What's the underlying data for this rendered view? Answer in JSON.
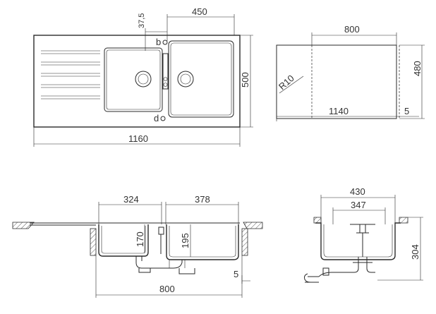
{
  "colors": {
    "line": "#2a2a2a",
    "text": "#333333",
    "background": "#ffffff"
  },
  "top_view": {
    "dim_basin_width": "450",
    "dim_offset": "37,5",
    "dim_height": "500",
    "dim_total_width": "1160",
    "marker_b": "b",
    "marker_d": "d"
  },
  "cutout_view": {
    "dim_width": "800",
    "dim_total": "1140",
    "dim_height": "480",
    "dim_margin": "5",
    "dim_radius": "R10"
  },
  "front_section": {
    "dim_left_basin": "324",
    "dim_right_basin": "378",
    "dim_left_depth": "170",
    "dim_right_depth": "195",
    "dim_offset": "5",
    "dim_base_width": "800"
  },
  "side_section": {
    "dim_outer": "430",
    "dim_inner": "347",
    "dim_height": "304"
  }
}
